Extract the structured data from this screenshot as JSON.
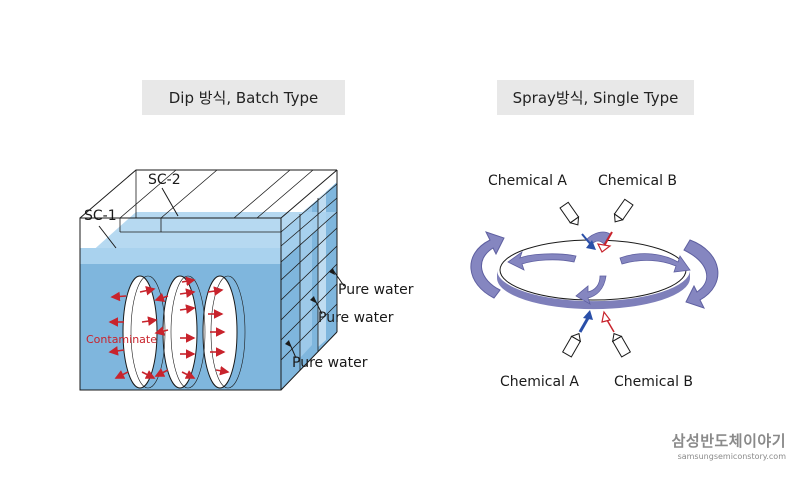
{
  "dip": {
    "title": "Dip 방식, Batch Type",
    "labels": {
      "sc1": "SC-1",
      "sc2": "SC-2",
      "contaminate": "Contaminate",
      "pure_water_1": "Pure water",
      "pure_water_2": "Pure water",
      "pure_water_3": "Pure water"
    }
  },
  "spray": {
    "title": "Spray방식, Single Type",
    "labels": {
      "chem_a_top": "Chemical A",
      "chem_b_top": "Chemical B",
      "chem_a_bottom": "Chemical A",
      "chem_b_bottom": "Chemical B"
    }
  },
  "brand": {
    "name": "삼성반도체이야기",
    "url": "samsungsemiconstory.com"
  },
  "colors": {
    "water": "#7fb6dd",
    "water_light": "#a9d2ee",
    "arrow_red": "#c8232c",
    "arrow_purple": "#7e7fba",
    "arrow_blue": "#2a4fa8",
    "header_bg": "#e8e8e8"
  }
}
